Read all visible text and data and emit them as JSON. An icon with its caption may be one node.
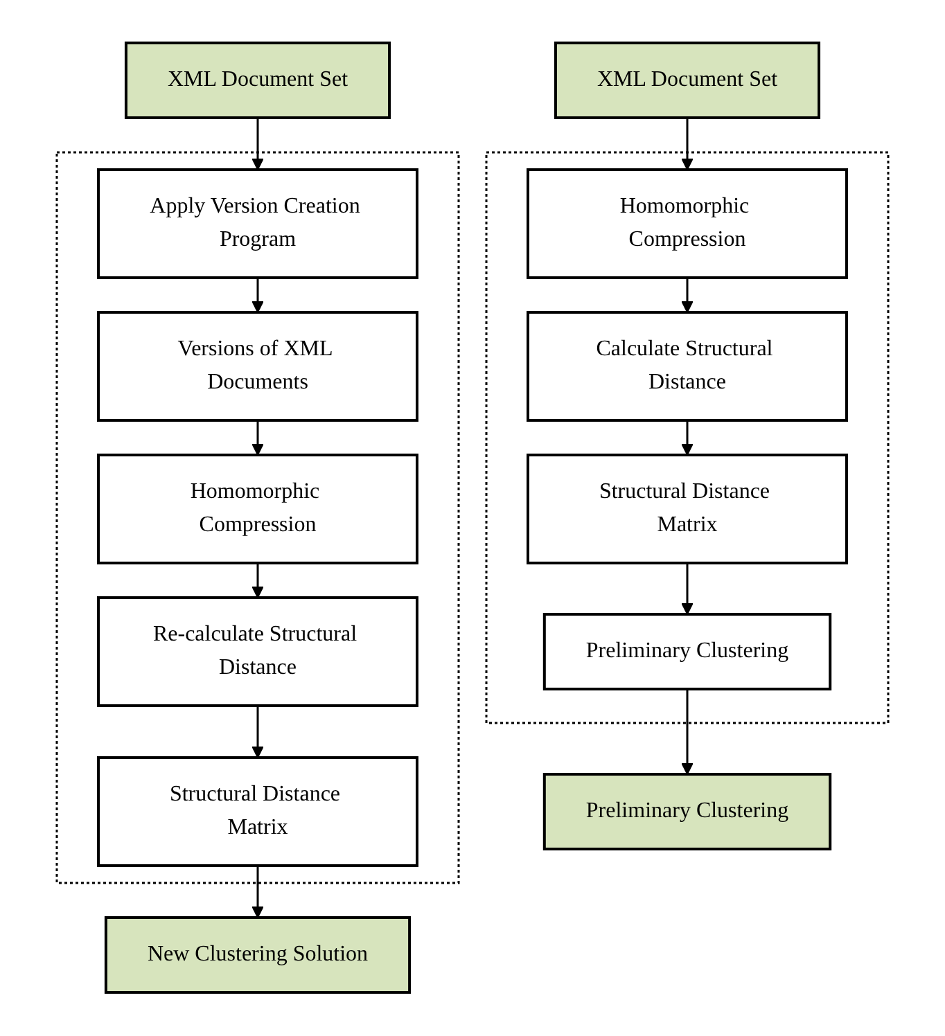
{
  "diagram": {
    "nodes": [
      {
        "text": [
          "XML Document Set"
        ]
      },
      {
        "text": [],
        "shape": "box"
      },
      {
        "text": [
          "Homomorphic Compression"
        ],
        "in": 1
      },
      {
        "text": [
          "Calculate Structural Distance"
        ],
        "in": 1
      },
      {
        "text": [
          "Structural Distance Matrix"
        ],
        "in": 1
      },
      {
        "text": [
          "Preliminary Clustering"
        ],
        "in": 1
      },
      {
        "text": [
          "Preliminary Clustering"
        ]
      },
      {
        "text": [
          "XML Document Set"
        ]
      },
      {
        "text": [],
        "shape": "box"
      },
      {
        "text": [
          "Apply Version Creation Program"
        ],
        "in": 8
      },
      {
        "text": [
          "Versions of XML Documents"
        ],
        "in": 8
      },
      {
        "text": [
          "Homomorphic Compression"
        ],
        "in": 8
      },
      {
        "text": [
          "Re-calculate Structural Distance"
        ],
        "in": 8
      },
      {
        "text": [
          "Structural Distance Matrix"
        ],
        "in": 8
      },
      {
        "text": [
          "New Clustering Solution"
        ]
      }
    ],
    "edges": [
      {
        "from": 0,
        "to": 2,
        "arrow": "to"
      },
      {
        "from": 2,
        "to": 3,
        "arrow": "to"
      },
      {
        "from": 3,
        "to": 4,
        "arrow": "to"
      },
      {
        "from": 4,
        "to": 5,
        "arrow": "to"
      },
      {
        "from": 5,
        "to": 6,
        "arrow": "to"
      },
      {
        "from": 7,
        "to": 9,
        "arrow": "to"
      },
      {
        "from": 9,
        "to": 10,
        "arrow": "to"
      },
      {
        "from": 10,
        "to": 11,
        "arrow": "to"
      },
      {
        "from": 11,
        "to": 12,
        "arrow": "to"
      },
      {
        "from": 12,
        "to": 13,
        "arrow": "to"
      },
      {
        "from": 13,
        "to": 14,
        "arrow": "to"
      }
    ]
  }
}
